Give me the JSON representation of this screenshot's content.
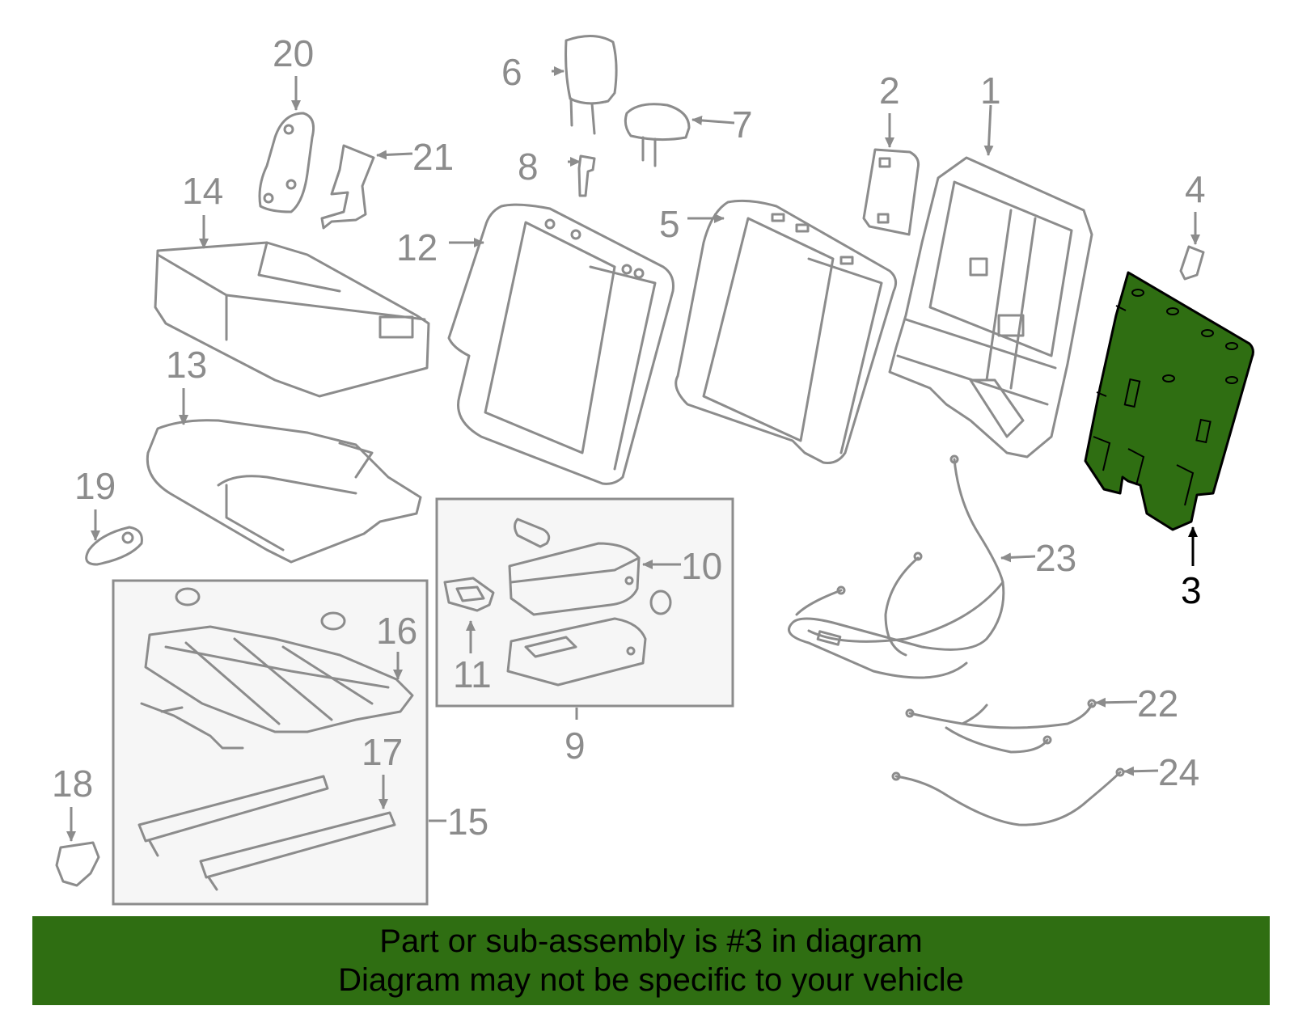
{
  "diagram": {
    "highlight_color": "#2f6e12",
    "line_color": "#8c8c8c",
    "highlighted_part": "3",
    "callouts": {
      "p1": "1",
      "p2": "2",
      "p3": "3",
      "p4": "4",
      "p5": "5",
      "p6": "6",
      "p7": "7",
      "p8": "8",
      "p9": "9",
      "p10": "10",
      "p11": "11",
      "p12": "12",
      "p13": "13",
      "p14": "14",
      "p15": "15",
      "p16": "16",
      "p17": "17",
      "p18": "18",
      "p19": "19",
      "p20": "20",
      "p21": "21",
      "p22": "22",
      "p23": "23",
      "p24": "24"
    }
  },
  "banner": {
    "color": "#2f6e12",
    "line1": "Part or sub-assembly is #3 in diagram",
    "line2": "Diagram may not be specific to your vehicle"
  }
}
